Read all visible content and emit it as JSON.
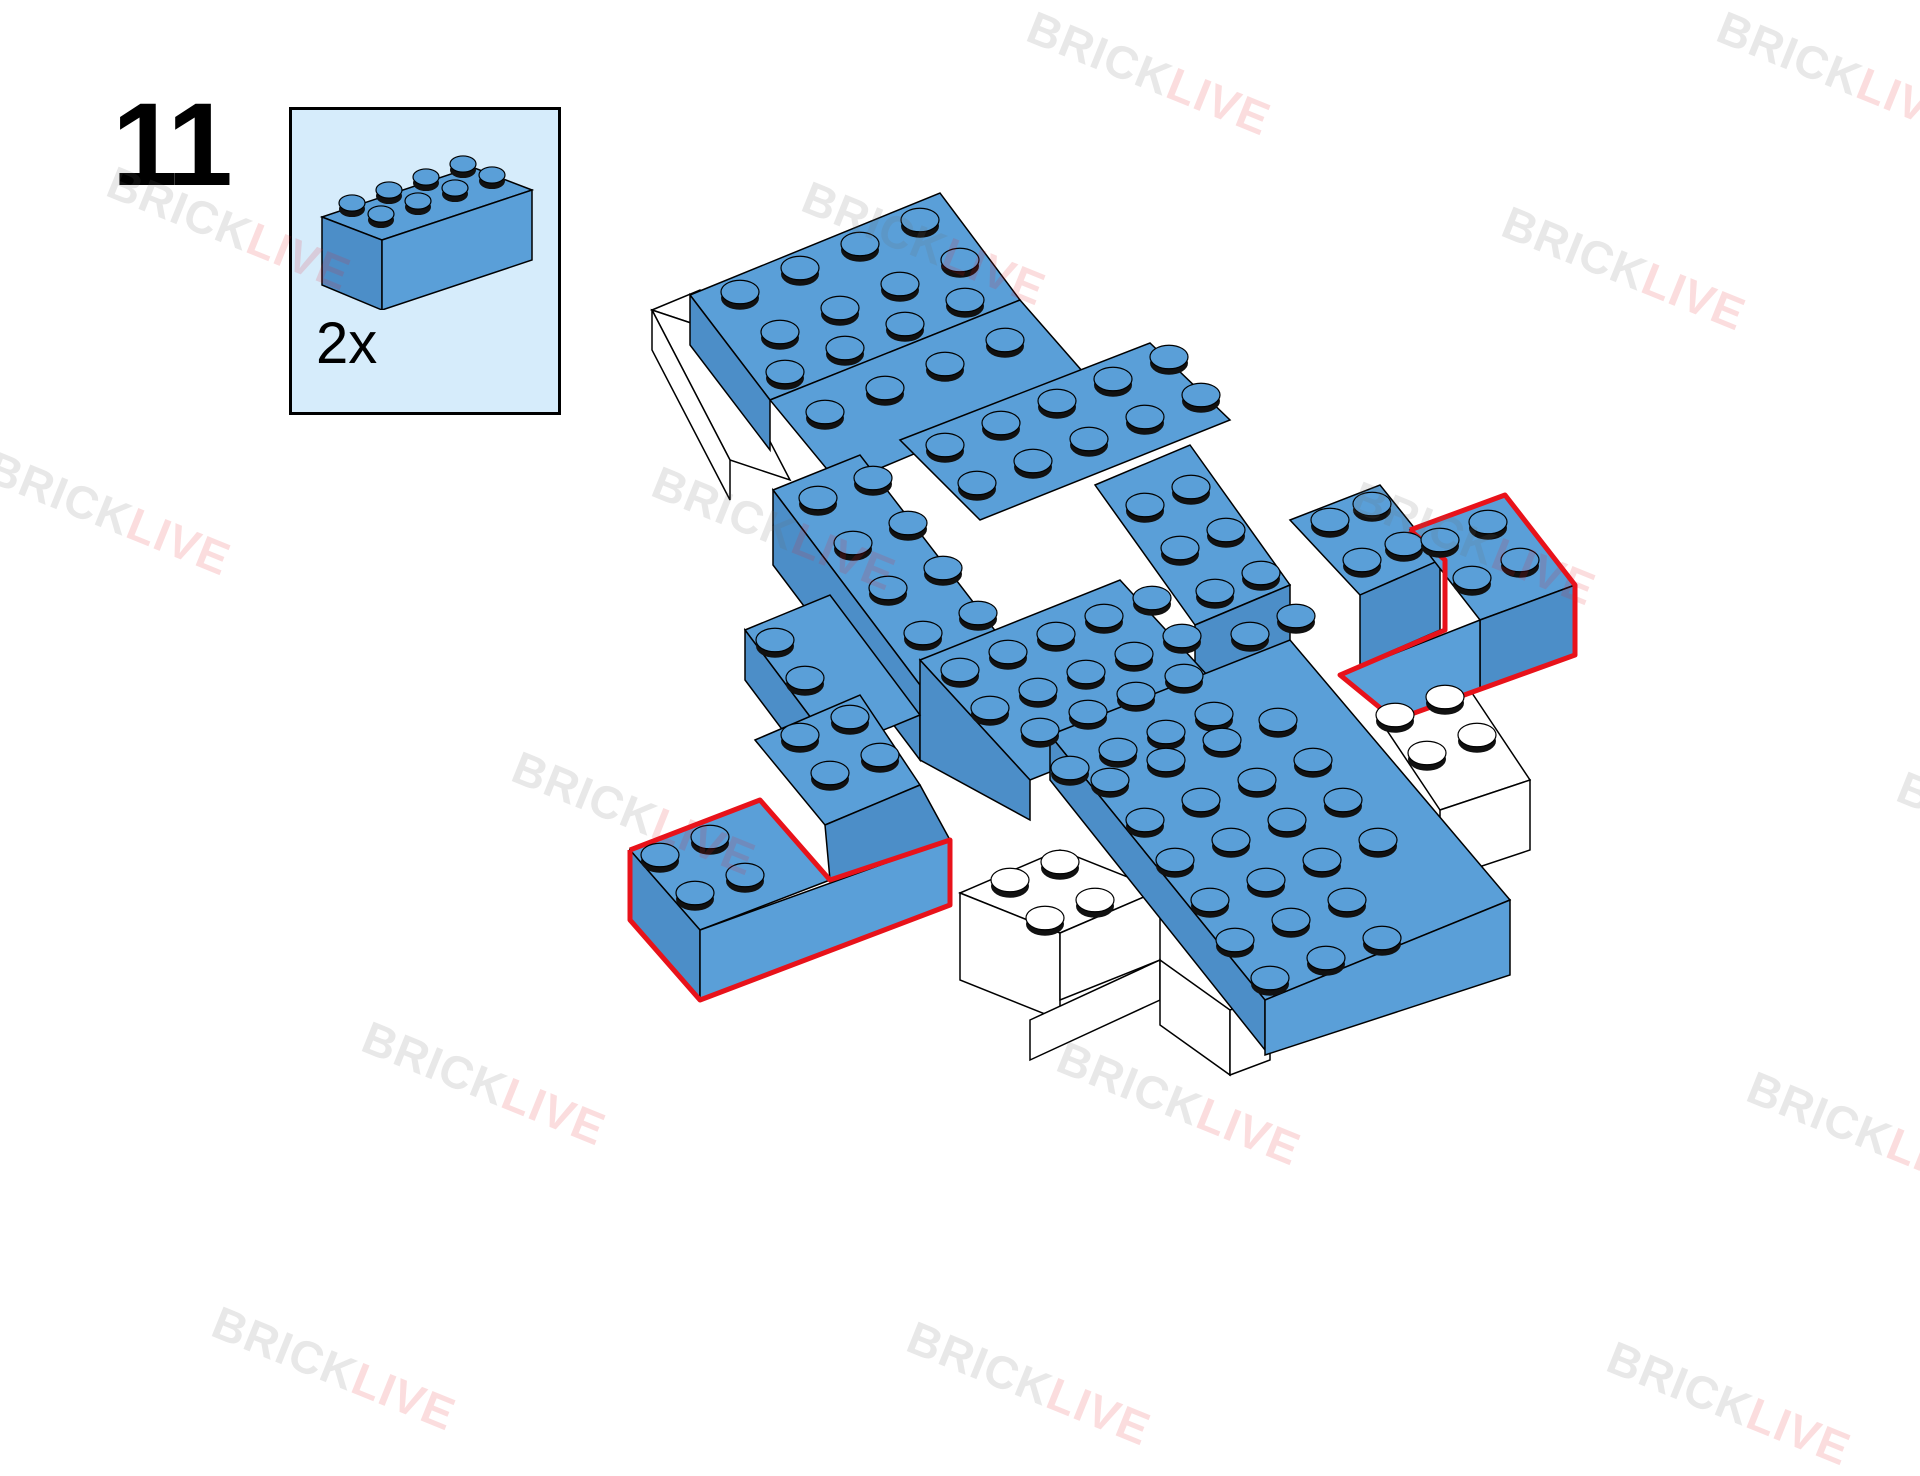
{
  "step": {
    "number": "11"
  },
  "parts_callout": {
    "quantity": "2x",
    "part_icon": "brick-2x4-icon",
    "part_color": "#5a9fd8",
    "background_color": "#d6ecfb"
  },
  "model": {
    "primary_color": "#5a9fd8",
    "secondary_color": "#ffffff",
    "highlight_color": "#e8121a",
    "highlighted_parts": 2
  },
  "watermark": {
    "part_a": "BRICK",
    "part_b": "LIVE"
  }
}
